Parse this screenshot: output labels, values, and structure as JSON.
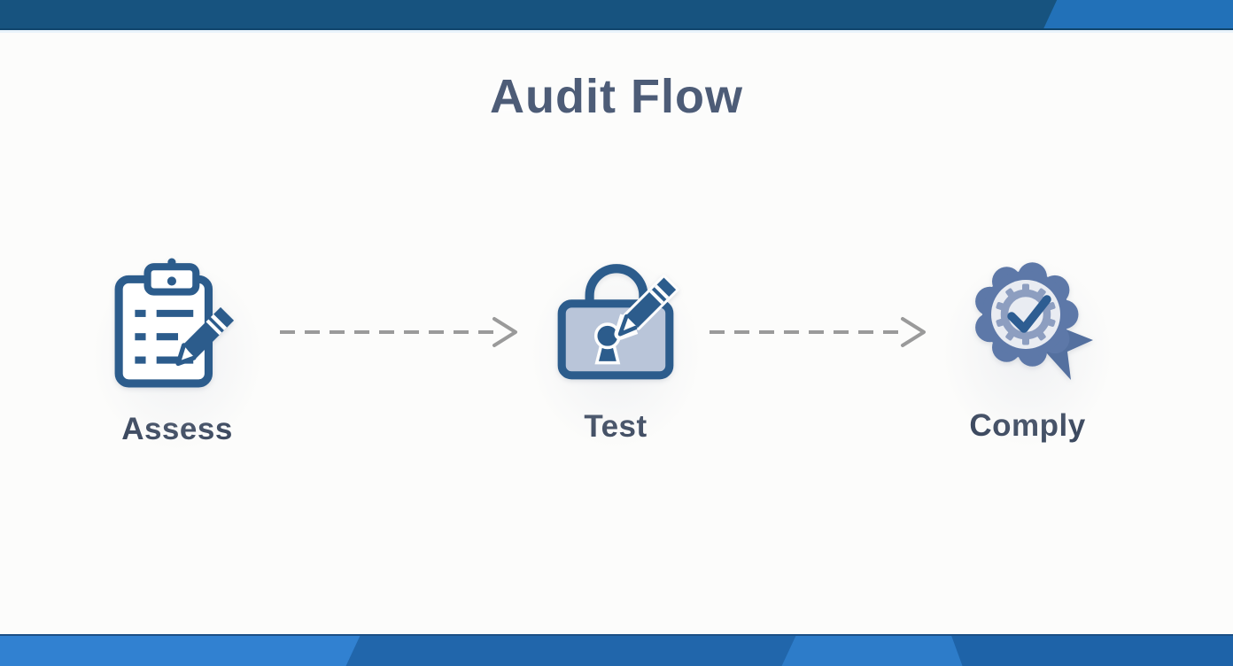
{
  "slide": {
    "title": "Audit Flow"
  },
  "flow": {
    "steps": [
      {
        "id": "assess",
        "label": "Assess",
        "icon": "clipboard-checklist-pencil-icon"
      },
      {
        "id": "test",
        "label": "Test",
        "icon": "padlock-pencil-icon"
      },
      {
        "id": "comply",
        "label": "Comply",
        "icon": "rosette-gear-check-icon"
      }
    ],
    "connector_style": "dashed-arrow"
  },
  "colors": {
    "top_bar_dark": "#17537f",
    "top_bar_light": "#2271b8",
    "bottom_bar_bright": "#3181d1",
    "bottom_bar_mid": "#2166ab",
    "bottom_bar_dark": "#1e63a8",
    "title_text": "#4d5c77",
    "label_text": "#3d4a60",
    "icon_primary": "#2c5c8c",
    "lock_body_fill": "#b9c5d9",
    "badge_fill": "#5d78a8",
    "badge_gear": "#8d9ec0",
    "arrow": "#9a9a9a"
  }
}
